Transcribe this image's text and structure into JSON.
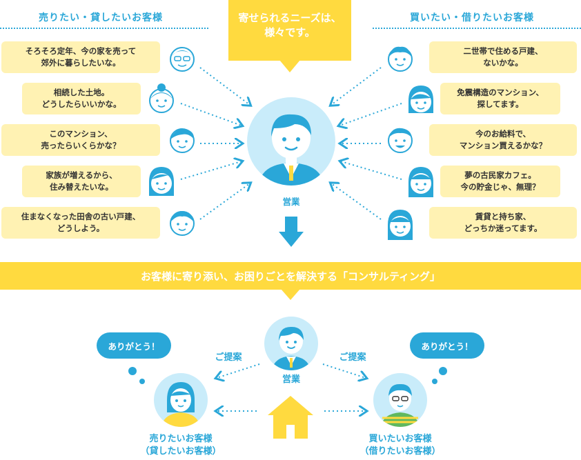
{
  "header_left": "売りたい・貸したいお客様",
  "header_right": "買いたい・借りたいお客様",
  "center_quote": "寄せられるニーズは、\n様々です。",
  "left_needs": [
    "そろそろ定年、今の家を売って\n郊外に暮らしたいな。",
    "相続した土地。\nどうしたらいいかな。",
    "このマンション、\n売ったらいくらかな？",
    "家族が増えるから、\n住み替えたいな。",
    "住まなくなった田舎の古い戸建、\nどうしよう。"
  ],
  "right_needs": [
    "二世帯で住める戸建、\nないかな。",
    "免震構造のマンション、\n探してます。",
    "今のお給料で、\nマンション買えるかな？",
    "夢の古民家カフェ。\n今の貯金じゃ、無理？",
    "賃貸と持ち家、\nどっちか迷ってます。"
  ],
  "agent_label": "営業",
  "banner_text": "お客様に寄り添い、お困りごとを解決する「コンサルティング」",
  "bottom": {
    "thanks_left": "ありがとう！",
    "thanks_right": "ありがとう！",
    "proposal_left": "ご提案",
    "proposal_right": "ご提案",
    "agent_label": "営業",
    "seller_label": "売りたいお客様\n（貸したいお客様）",
    "buyer_label": "買いたいお客様\n（借りたいお客様）"
  },
  "colors": {
    "blue": "#2aa7d8",
    "yellow": "#ffda3f",
    "bubble": "#fff2b3",
    "light_blue": "#c9ecfa"
  },
  "icons": [
    "person-face-icon",
    "arrow-down-icon",
    "house-icon"
  ]
}
